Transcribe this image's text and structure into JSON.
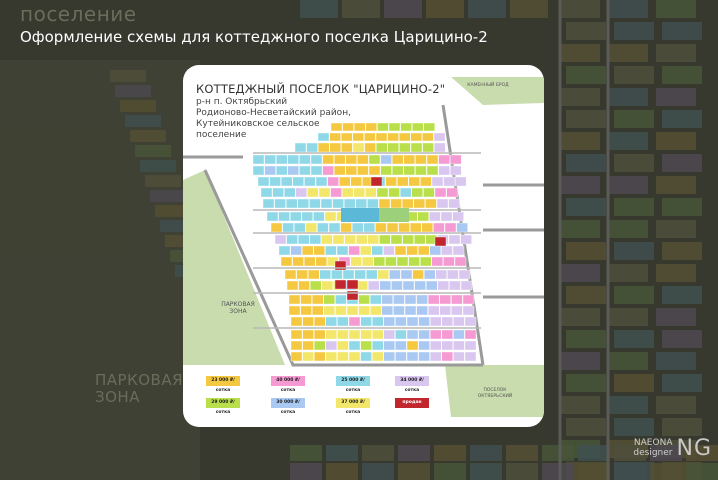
{
  "background": {
    "top_word": "поселение",
    "park_word": "ПАРКОВАЯ\nЗОНА"
  },
  "headline": "Оформление схемы для коттеджного поселка Царицино-2",
  "card": {
    "title": "КОТТЕДЖНЫЙ ПОСЕЛОК \"ЦАРИЦИНО-2\"",
    "subtitle_lines": [
      "р-н п. Октябрьский",
      "Родионово-Несветайский район,",
      "Кутейниковское сельское",
      "поселение"
    ],
    "label_kamenny": "КАМЕННЫЙ БРОД",
    "label_park": "ПАРКОВАЯ\nЗОНА",
    "label_posyolok": "ПОСЕЛОК\nОКТЯБРЬСКИЙ",
    "legend": [
      {
        "text": "23 000 ₽/сотка",
        "color": "#f5c842"
      },
      {
        "text": "40 000 ₽/сотка",
        "color": "#f59ad2"
      },
      {
        "text": "25 000 ₽/сотка",
        "color": "#8fd8e8"
      },
      {
        "text": "34 000 ₽/сотка",
        "color": "#d9c7f0"
      },
      {
        "text": "29 000 ₽/сотка",
        "color": "#b9e04a"
      },
      {
        "text": "30 000 ₽/сотка",
        "color": "#a9c9f3"
      },
      {
        "text": "37 000 ₽/сотка",
        "color": "#f2e76a"
      },
      {
        "text": "продан",
        "color": "#c0262c"
      }
    ]
  },
  "watermark": {
    "small1": "NAEONA",
    "small2": "designer",
    "big": "NG"
  }
}
